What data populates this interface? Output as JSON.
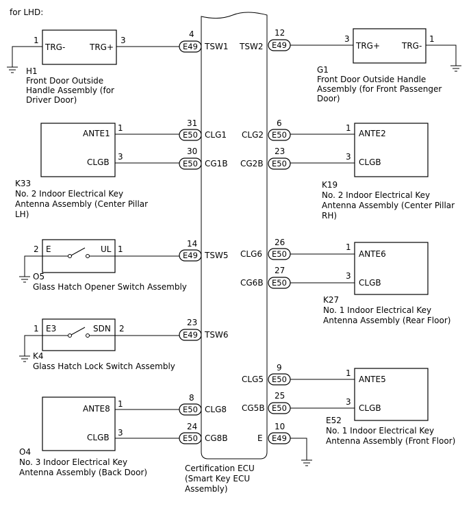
{
  "title": "for LHD:",
  "ecu": {
    "label_lines": [
      "Certification ECU",
      "(Smart Key ECU",
      "Assembly)"
    ]
  },
  "ecu_pins": [
    {
      "id": "tsw1",
      "pin": "4",
      "conn": "E49",
      "sig": "TSW1"
    },
    {
      "id": "clg1",
      "pin": "31",
      "conn": "E50",
      "sig": "CLG1"
    },
    {
      "id": "cg1b",
      "pin": "30",
      "conn": "E50",
      "sig": "CG1B"
    },
    {
      "id": "tsw5",
      "pin": "14",
      "conn": "E49",
      "sig": "TSW5"
    },
    {
      "id": "tsw6",
      "pin": "23",
      "conn": "E49",
      "sig": "TSW6"
    },
    {
      "id": "clg8",
      "pin": "8",
      "conn": "E50",
      "sig": "CLG8"
    },
    {
      "id": "cg8b",
      "pin": "24",
      "conn": "E50",
      "sig": "CG8B"
    },
    {
      "id": "tsw2",
      "pin": "12",
      "conn": "E49",
      "sig": "TSW2"
    },
    {
      "id": "clg2",
      "pin": "6",
      "conn": "E50",
      "sig": "CLG2"
    },
    {
      "id": "cg2b",
      "pin": "23",
      "conn": "E50",
      "sig": "CG2B"
    },
    {
      "id": "clg6",
      "pin": "26",
      "conn": "E50",
      "sig": "CLG6"
    },
    {
      "id": "cg6b",
      "pin": "27",
      "conn": "E50",
      "sig": "CG6B"
    },
    {
      "id": "clg5",
      "pin": "9",
      "conn": "E50",
      "sig": "CLG5"
    },
    {
      "id": "cg5b",
      "pin": "25",
      "conn": "E50",
      "sig": "CG5B"
    },
    {
      "id": "e",
      "pin": "10",
      "conn": "E49",
      "sig": "E"
    }
  ],
  "components": {
    "h1": {
      "code": "H1",
      "desc_lines": [
        "Front Door Outside",
        "Handle Assembly (for",
        "Driver Door)"
      ],
      "terms": [
        {
          "name": "TRG-",
          "pin": "1"
        },
        {
          "name": "TRG+",
          "pin": "3"
        }
      ]
    },
    "g1": {
      "code": "G1",
      "desc_lines": [
        "Front Door Outside Handle",
        "Assembly (for Front Passenger",
        "Door)"
      ],
      "terms": [
        {
          "name": "TRG+",
          "pin": "3"
        },
        {
          "name": "TRG-",
          "pin": "1"
        }
      ]
    },
    "k33": {
      "code": "K33",
      "desc_lines": [
        "No. 2 Indoor Electrical Key",
        "Antenna Assembly (Center Pillar",
        "LH)"
      ],
      "terms": [
        {
          "name": "ANTE1",
          "pin": "1"
        },
        {
          "name": "CLGB",
          "pin": "3"
        }
      ]
    },
    "k19": {
      "code": "K19",
      "desc_lines": [
        "No. 2 Indoor Electrical Key",
        "Antenna Assembly (Center Pillar",
        "RH)"
      ],
      "terms": [
        {
          "name": "ANTE2",
          "pin": "1"
        },
        {
          "name": "CLGB",
          "pin": "3"
        }
      ]
    },
    "o5": {
      "code": "O5",
      "desc_lines": [
        "Glass Hatch Opener Switch Assembly"
      ],
      "terms": [
        {
          "name": "E",
          "pin": "2"
        },
        {
          "name": "UL",
          "pin": "1"
        }
      ]
    },
    "k27": {
      "code": "K27",
      "desc_lines": [
        "No. 1 Indoor Electrical Key",
        "Antenna Assembly (Rear Floor)"
      ],
      "terms": [
        {
          "name": "ANTE6",
          "pin": "1"
        },
        {
          "name": "CLGB",
          "pin": "3"
        }
      ]
    },
    "k4": {
      "code": "K4",
      "desc_lines": [
        "Glass Hatch Lock Switch Assembly"
      ],
      "terms": [
        {
          "name": "E3",
          "pin": "1"
        },
        {
          "name": "SDN",
          "pin": "2"
        }
      ]
    },
    "e52": {
      "code": "E52",
      "desc_lines": [
        "No. 1 Indoor Electrical Key",
        "Antenna Assembly (Front Floor)"
      ],
      "terms": [
        {
          "name": "ANTE5",
          "pin": "1"
        },
        {
          "name": "CLGB",
          "pin": "3"
        }
      ]
    },
    "o4": {
      "code": "O4",
      "desc_lines": [
        "No. 3 Indoor Electrical Key",
        "Antenna Assembly (Back Door)"
      ],
      "terms": [
        {
          "name": "ANTE8",
          "pin": "1"
        },
        {
          "name": "CLGB",
          "pin": "3"
        }
      ]
    }
  }
}
